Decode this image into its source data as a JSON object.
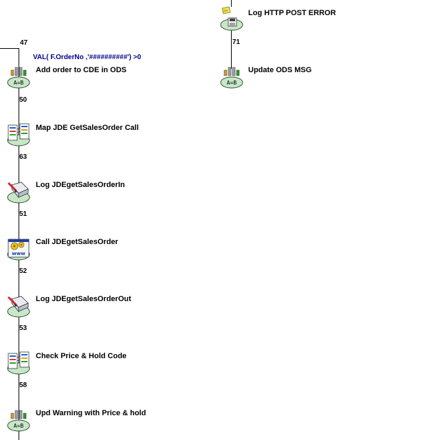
{
  "workflow": {
    "condition": "VAL( F.OrderNo ,'##########') >0",
    "steps": [
      {
        "label": "Add order to CDE in ODS",
        "icon": "assign-icon"
      },
      {
        "label": "Map JDE GetSalesOrder Call",
        "icon": "map-icon"
      },
      {
        "label": "Log JDEgetSalesOrderIn",
        "icon": "log-icon"
      },
      {
        "label": "Call JDEgetSalesOrder",
        "icon": "web-call-icon"
      },
      {
        "label": "Log JDEgetSalesOrderOut",
        "icon": "log-icon"
      },
      {
        "label": "Check Price & Hold Code",
        "icon": "map-icon"
      },
      {
        "label": "Upd Warning with Price & hold",
        "icon": "assign-icon"
      }
    ],
    "links": [
      "47",
      "50",
      "63",
      "51",
      "52",
      "53",
      "58"
    ],
    "error_branch": {
      "steps": [
        {
          "label": "Log HTTP POST ERROR",
          "icon": "log-file-icon"
        },
        {
          "label": "Update ODS MSG",
          "icon": "assign-icon"
        }
      ],
      "links": [
        "71"
      ]
    }
  },
  "colors": {
    "line": "#000000",
    "label": "#000000",
    "condition": "#00008b",
    "node_base": "#c8e6c8"
  }
}
